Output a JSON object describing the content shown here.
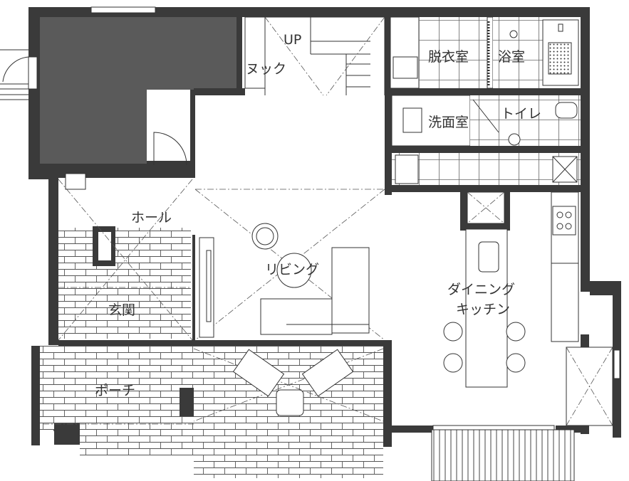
{
  "rooms": {
    "up": "UP",
    "nook": "ヌック",
    "dressing": "脱衣室",
    "bath": "浴室",
    "washroom": "洗面室",
    "toilet": "トイレ",
    "hall": "ホール",
    "living": "リビング",
    "dining_line1": "ダイニング",
    "dining_line2": "キッチン",
    "entrance": "玄関",
    "porch": "ポーチ"
  },
  "colors": {
    "wall": "#3a3a3a",
    "garage": "#5a5a5a",
    "line": "#333333",
    "tile": "#555555"
  }
}
